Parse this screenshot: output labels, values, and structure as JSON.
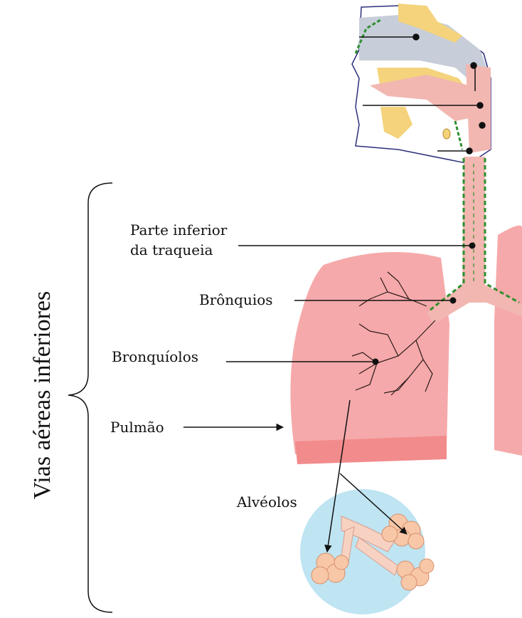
{
  "labels": {
    "section": "Vias aéreas inferiores",
    "trachea_line1": "Parte inferior",
    "trachea_line2": "da traqueia",
    "bronchi": "Brônquios",
    "bronchioles": "Bronquíolos",
    "lung": "Pulmão",
    "alveoli": "Alvéolos"
  },
  "colors": {
    "lung": "#f6a9aa",
    "lung_dark": "#f28b8c",
    "airway": "#f2b7b1",
    "airway_edge": "#2f8f2f",
    "cartilage": "#f4d37c",
    "alveoli_bg": "#bfe4f2",
    "alveoli": "#f7c7a8"
  }
}
